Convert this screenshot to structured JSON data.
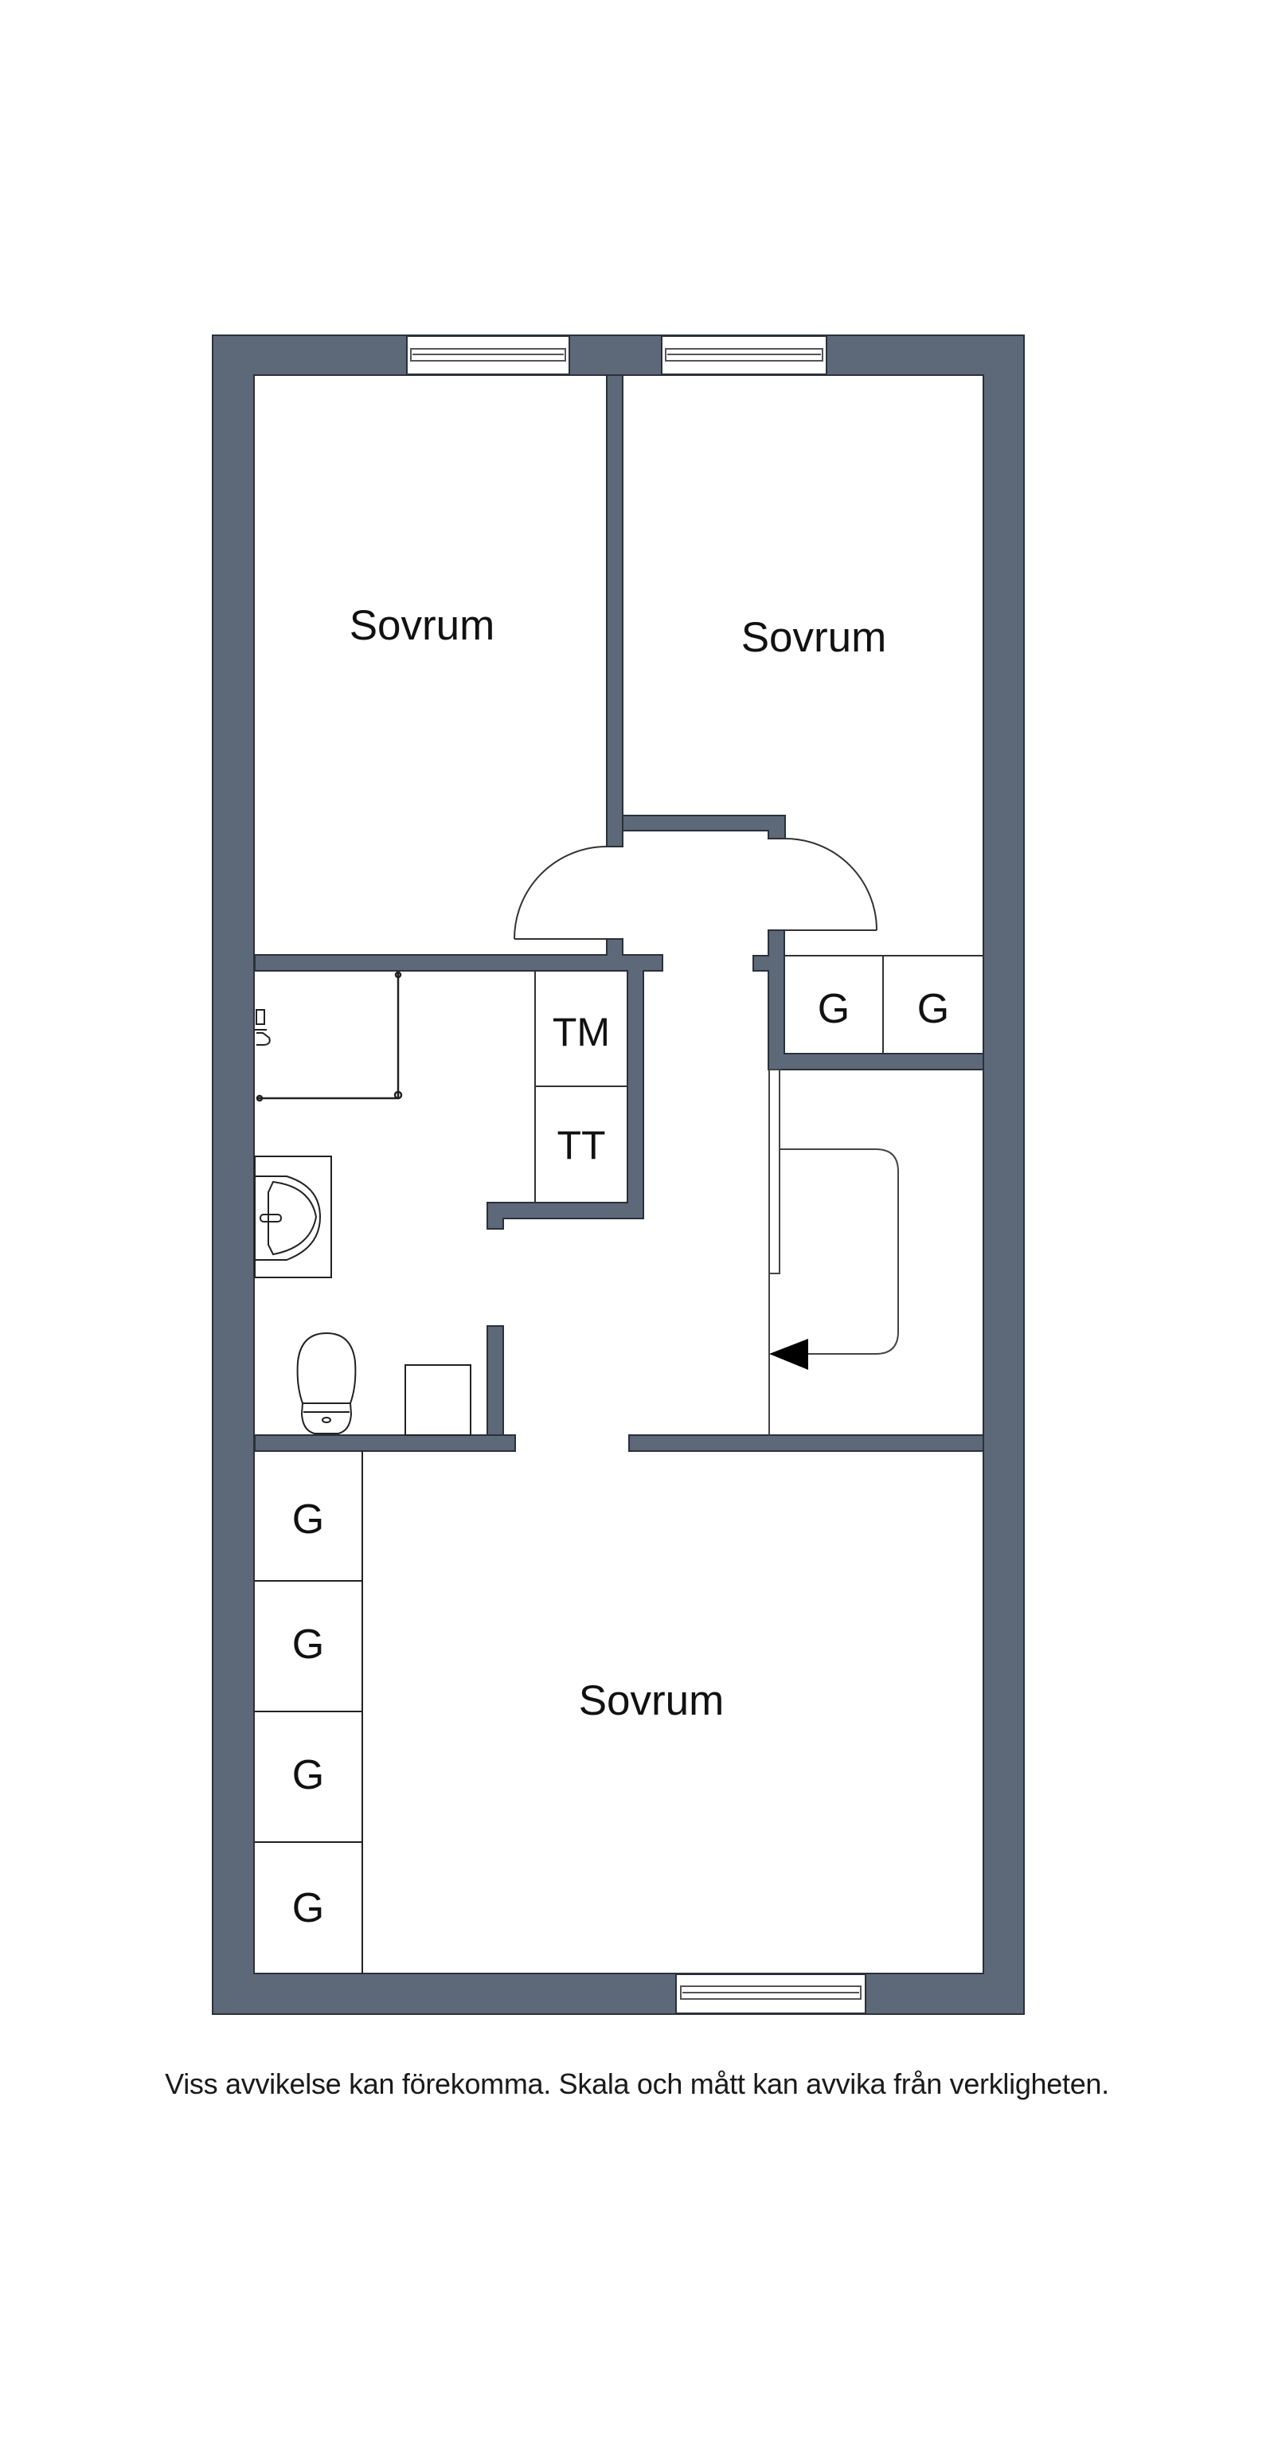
{
  "colors": {
    "wall": "#5d6878",
    "wall_edge": "#2b313b",
    "line": "#333333",
    "background": "#ffffff"
  },
  "rooms": [
    {
      "id": "bedroom-top-left",
      "label": "Sovrum"
    },
    {
      "id": "bedroom-top-right",
      "label": "Sovrum"
    },
    {
      "id": "bedroom-bottom",
      "label": "Sovrum"
    }
  ],
  "closets": {
    "hall_right": [
      "G",
      "G"
    ],
    "bedroom_bottom": [
      "G",
      "G",
      "G",
      "G"
    ],
    "laundry": [
      {
        "label": "TM"
      },
      {
        "label": "TT"
      }
    ]
  },
  "fixtures": [
    "shower",
    "sink",
    "toilet",
    "cabinet",
    "staircase"
  ],
  "footer": {
    "disclaimer": "Viss avvikelse kan förekomma. Skala och mått kan avvika från verkligheten."
  }
}
